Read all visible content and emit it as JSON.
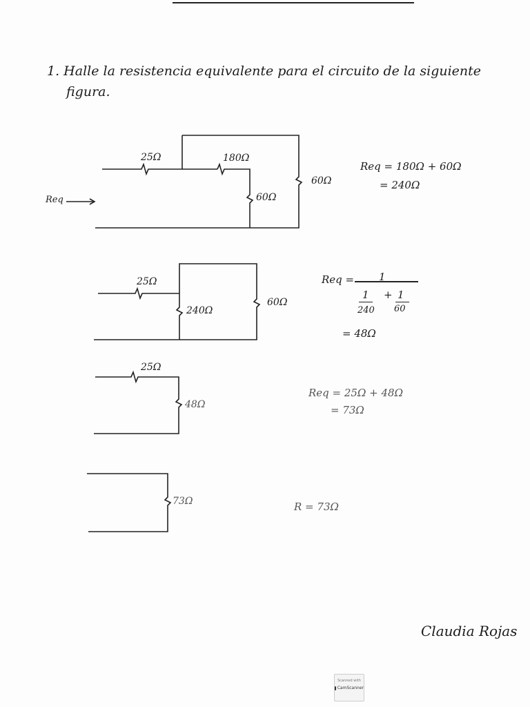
{
  "problem": {
    "line1": "1. Halle la resistencia equivalente para el circuito de la siguiente",
    "line2": "figura."
  },
  "circuit1": {
    "r1": "25Ω",
    "r2": "180Ω",
    "r3": "60Ω",
    "r4": "60Ω",
    "input_label": "Req"
  },
  "calc1": {
    "line1": "Req = 180Ω + 60Ω",
    "line2": "= 240Ω"
  },
  "circuit2": {
    "r1": "25Ω",
    "r2": "240Ω",
    "r3": "60Ω"
  },
  "calc2": {
    "lhs": "Req =",
    "numerator": "1",
    "term1_num": "1",
    "plus": "+",
    "term2_num": "1",
    "term1_den": "240",
    "term2_den": "60",
    "result": "= 48Ω"
  },
  "circuit3": {
    "r1": "25Ω",
    "r2": "48Ω"
  },
  "calc3": {
    "line1": "Req = 25Ω + 48Ω",
    "line2": "= 73Ω"
  },
  "circuit4": {
    "r1": "73Ω"
  },
  "calc4": {
    "line1": "R = 73Ω"
  },
  "signature": "Claudia Rojas",
  "scanner_badge": {
    "line1": "Scanned with",
    "line2": "CamScanner"
  }
}
